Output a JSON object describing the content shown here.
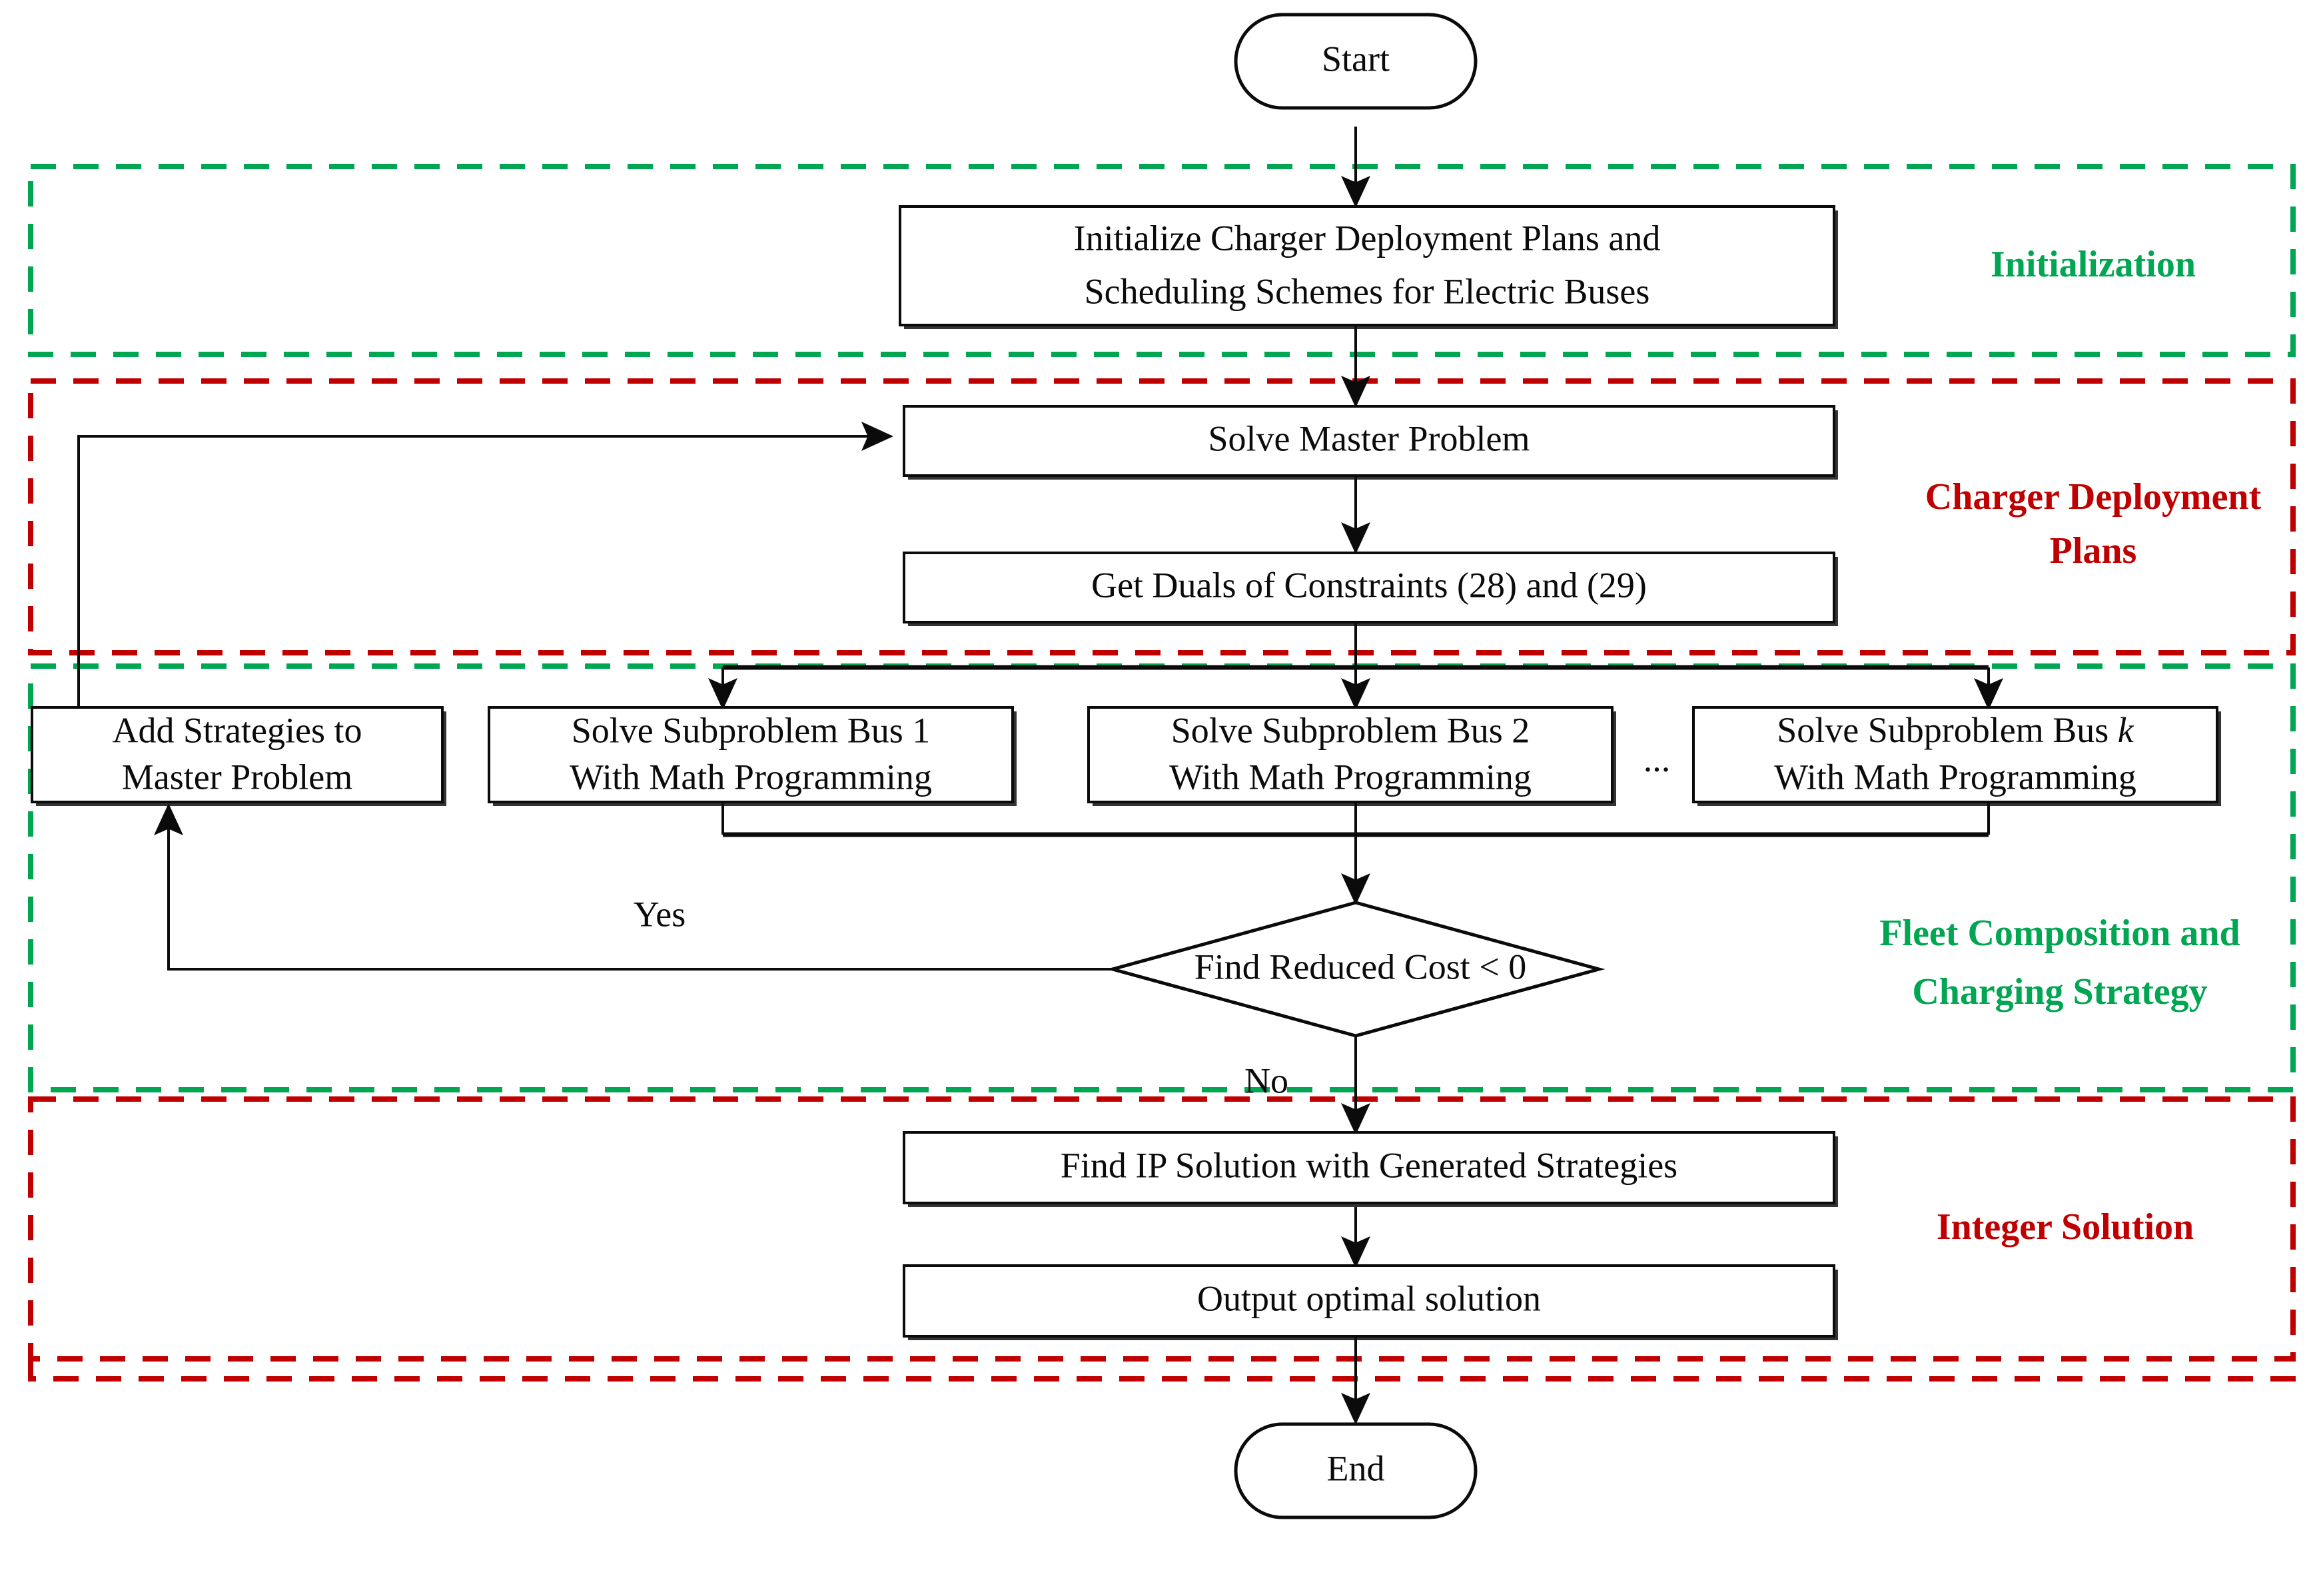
{
  "diagram": {
    "title": "Column generation solution framework flowchart",
    "colors": {
      "green": "#00A651",
      "red": "#C00000",
      "line": "#0b0b0b",
      "background": "#FFFFFF"
    },
    "nodes": {
      "start": {
        "label": "Start",
        "shape": "terminator"
      },
      "initialize": {
        "line1": "Initialize Charger Deployment Plans and",
        "line2": "Scheduling Schemes for Electric Buses",
        "shape": "process"
      },
      "solve_master": {
        "label": "Solve Master Problem",
        "shape": "process"
      },
      "get_duals": {
        "label": "Get Duals of Constraints (28) and (29)",
        "shape": "process"
      },
      "add_strategies": {
        "line1": "Add Strategies to",
        "line2": "Master Problem",
        "shape": "process"
      },
      "subproblem_1": {
        "line1": "Solve Subproblem Bus 1",
        "line2": "With Math Programming",
        "shape": "process"
      },
      "subproblem_2": {
        "line1": "Solve Subproblem Bus 2",
        "line2": "With Math Programming",
        "shape": "process"
      },
      "subproblem_k": {
        "line1_prefix": "Solve Subproblem Bus ",
        "line1_italic": "k",
        "line2": "With Math Programming",
        "shape": "process"
      },
      "ellipsis": {
        "label": "..."
      },
      "decision": {
        "label": "Find Reduced Cost < 0",
        "shape": "diamond"
      },
      "find_ip": {
        "label": "Find IP Solution with Generated Strategies",
        "shape": "process"
      },
      "output": {
        "label": "Output optimal solution",
        "shape": "process"
      },
      "end": {
        "label": "End",
        "shape": "terminator"
      }
    },
    "edge_labels": {
      "yes": "Yes",
      "no": "No"
    },
    "sections": [
      {
        "id": "initialization",
        "label": "Initialization",
        "color": "#00A651"
      },
      {
        "id": "charger-deployment-plans",
        "label_line1": "Charger Deployment",
        "label_line2": "Plans",
        "color": "#C00000"
      },
      {
        "id": "fleet-composition",
        "label_line1": "Fleet Composition and",
        "label_line2": "Charging Strategy",
        "color": "#00A651"
      },
      {
        "id": "integer-solution",
        "label": "Integer Solution",
        "color": "#C00000"
      }
    ]
  }
}
